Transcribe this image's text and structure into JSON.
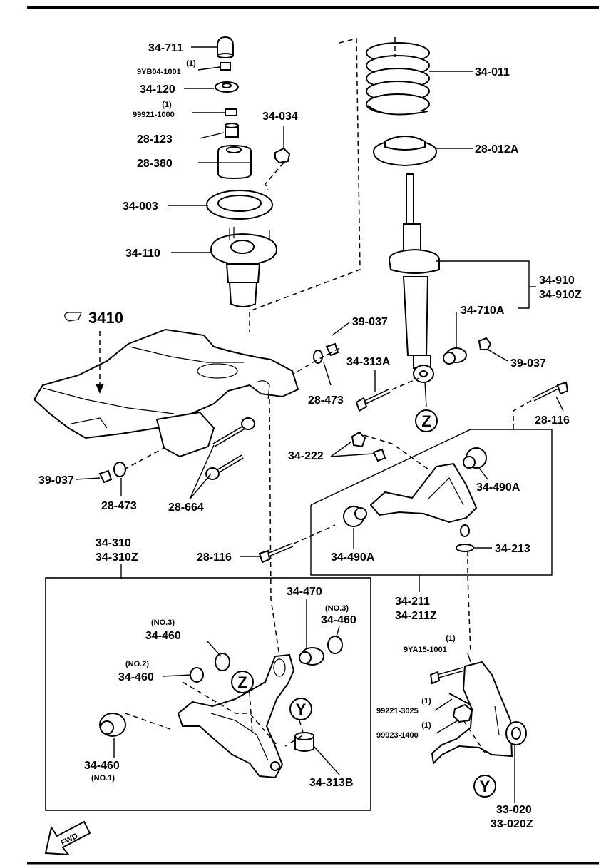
{
  "group_ref": "3410",
  "labels": {
    "p34711": "34-711",
    "p9yb04_qty": "(1)",
    "p9yb04": "9YB04-1001",
    "p34120": "34-120",
    "p99921_qty": "(1)",
    "p99921": "99921-1000",
    "p34034": "34-034",
    "p28123": "28-123",
    "p28380": "28-380",
    "p34003": "34-003",
    "p34110": "34-110",
    "p34011": "34-011",
    "p28012a": "28-012A",
    "p34910": "34-910",
    "p34910z": "34-910Z",
    "p34710a": "34-710A",
    "p39037_a": "39-037",
    "p39037_b": "39-037",
    "p39037_c": "39-037",
    "p34313a": "34-313A",
    "p28473_a": "28-473",
    "p28473_b": "28-473",
    "p28116_a": "28-116",
    "p28116_b": "28-116",
    "p34222": "34-222",
    "p34490a_a": "34-490A",
    "p34490a_b": "34-490A",
    "p34213": "34-213",
    "p28664": "28-664",
    "p34310": "34-310",
    "p34310z": "34-310Z",
    "p34211": "34-211",
    "p34211z": "34-211Z",
    "p34470": "34-470",
    "p34460_no3_tag": "(NO.3)",
    "p34460_no3": "34-460",
    "p34460_no3b_tag": "(NO.3)",
    "p34460_no3b": "34-460",
    "p34460_no2_tag": "(NO.2)",
    "p34460_no2": "34-460",
    "p34460_no1": "34-460",
    "p34460_no1_tag": "(NO.1)",
    "p34313b": "34-313B",
    "p9ya15_qty": "(1)",
    "p9ya15": "9YA15-1001",
    "p99221_qty": "(1)",
    "p99221": "99221-3025",
    "p99923_qty": "(1)",
    "p99923": "99923-1400",
    "p33020": "33-020",
    "p33020z": "33-020Z",
    "marker_z1": "Z",
    "marker_z2": "Z",
    "marker_y1": "Y",
    "marker_y2": "Y",
    "fwd": "FWD"
  }
}
